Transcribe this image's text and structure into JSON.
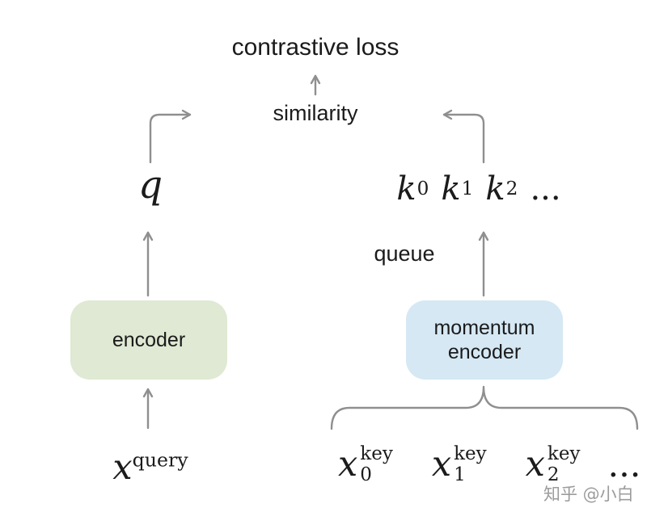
{
  "labels": {
    "contrastive_loss": "contrastive loss",
    "similarity": "similarity",
    "queue": "queue"
  },
  "nodes": {
    "encoder": {
      "label": "encoder",
      "fill": "#dfe9d3"
    },
    "momentum_encoder": {
      "line1": "momentum",
      "line2": "encoder",
      "fill": "#d5e8f4"
    }
  },
  "math": {
    "q": "q",
    "keys": [
      {
        "base": "k",
        "sub": "0"
      },
      {
        "base": "k",
        "sub": "1"
      },
      {
        "base": "k",
        "sub": "2"
      }
    ],
    "keys_ellipsis": "...",
    "query_input": {
      "base": "x",
      "sup": "query"
    },
    "key_inputs": [
      {
        "base": "x",
        "sub": "0",
        "sup": "key"
      },
      {
        "base": "x",
        "sub": "1",
        "sup": "key"
      },
      {
        "base": "x",
        "sub": "2",
        "sup": "key"
      }
    ],
    "key_inputs_ellipsis": "..."
  },
  "watermark": {
    "text": "知乎 @小白",
    "color": "#9c9c9c"
  },
  "colors": {
    "arrow": "#8f8f8f",
    "text": "#1b1b1b",
    "background": "#ffffff"
  }
}
